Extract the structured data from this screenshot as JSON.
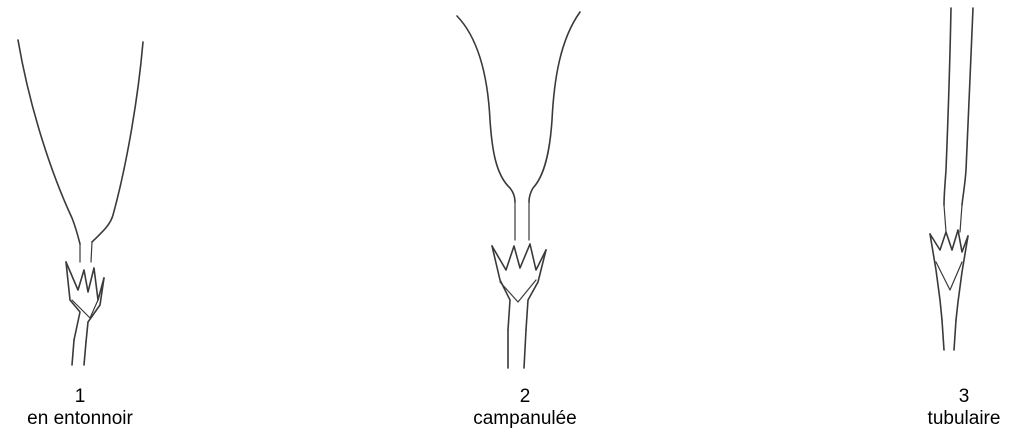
{
  "figures": [
    {
      "number": "1",
      "label": "en entonnoir",
      "shape": "funnel"
    },
    {
      "number": "2",
      "label": "campanulée",
      "shape": "bell"
    },
    {
      "number": "3",
      "label": "tubulaire",
      "shape": "tube"
    }
  ],
  "colors": {
    "line": "#3a3a3a",
    "background": "#ffffff",
    "text": "#000000"
  }
}
